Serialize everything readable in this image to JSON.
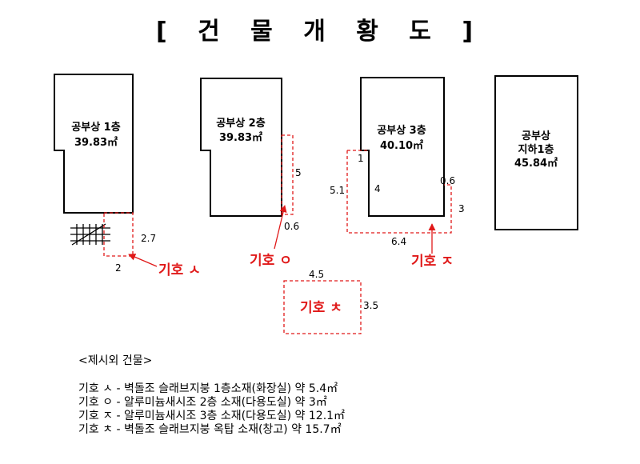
{
  "title": "[ 건 물 개 황 도 ]",
  "floors": {
    "f1": {
      "label": "공부상 1층",
      "area": "39.83㎡"
    },
    "f2": {
      "label": "공부상 2층",
      "area": "39.83㎡"
    },
    "f3": {
      "label": "공부상 3층",
      "area": "40.10㎡"
    },
    "fb1": {
      "label_line1": "공부상",
      "label_line2": "지하1층",
      "area": "45.84㎡"
    }
  },
  "dimensions": {
    "a_side": "2.7",
    "a_bottom": "2",
    "b_side": "5",
    "b_bottom": "0.6",
    "c_1": "1",
    "c_4": "4",
    "c_51": "5.1",
    "c_06": "0.6",
    "c_3": "3",
    "c_64": "6.4",
    "d_top": "4.5",
    "d_side": "3.5"
  },
  "symbols": {
    "a": "기호 ㅅ",
    "b": "기호 ㅇ",
    "c": "기호 ㅈ",
    "d": "기호 ㅊ"
  },
  "legend": {
    "heading": "<제시외 건물>",
    "rows": [
      "기호 ㅅ - 벽돌조 슬래브지붕 1층소재(화장실) 약 5.4㎡",
      "기호 ㅇ - 알루미늄새시조 2층 소재(다용도실) 약 3㎡",
      "기호 ㅈ - 알루미늄새시조 3층 소재(다용도실) 약 12.1㎡",
      "기호 ㅊ - 벽돌조 슬래브지붕 옥탑 소재(창고) 약 15.7㎡"
    ]
  },
  "colors": {
    "annotation": "#e01919",
    "outline": "#000000"
  }
}
